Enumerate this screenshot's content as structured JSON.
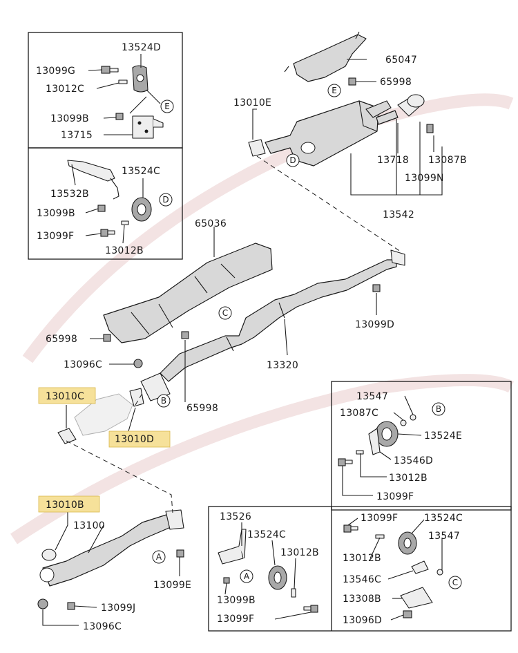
{
  "diagram": {
    "labels": {
      "l13524D": "13524D",
      "l13099G": "13099G",
      "l13012C": "13012C",
      "l13099B_a": "13099B",
      "l13715": "13715",
      "l13532B": "13532B",
      "l13524C_a": "13524C",
      "l13099B_b": "13099B",
      "l13099F_a": "13099F",
      "l13012B_a": "13012B",
      "l65047": "65047",
      "l65998_a": "65998",
      "l13010E": "13010E",
      "l13718": "13718",
      "l13087B": "13087B",
      "l13099N": "13099N",
      "l13542": "13542",
      "l65036": "65036",
      "l13099D_a": "13099D",
      "l65998_b": "65998",
      "l13320": "13320",
      "l13096C_a": "13096C",
      "l65998_c": "65998",
      "l13010C": "13010C",
      "l13010D": "13010D",
      "l13547_a": "13547",
      "l13087C": "13087C",
      "l13524E": "13524E",
      "l13546D": "13546D",
      "l13012B_b": "13012B",
      "l13099F_b": "13099F",
      "l13010B": "13010B",
      "l13100": "13100",
      "l13099E": "13099E",
      "l13099J": "13099J",
      "l13096C_b": "13096C",
      "l13526": "13526",
      "l13524C_b": "13524C",
      "l13012B_c": "13012B",
      "l13099B_c": "13099B",
      "l13099F_c": "13099F",
      "l13099F_d": "13099F",
      "l13524C_c": "13524C",
      "l13547_b": "13547",
      "l13012B_d": "13012B",
      "l13546C": "13546C",
      "l13308B": "13308B",
      "l13096D": "13096D"
    },
    "callouts": {
      "E": "E",
      "D": "D",
      "C": "C",
      "B": "B",
      "A": "A"
    }
  }
}
